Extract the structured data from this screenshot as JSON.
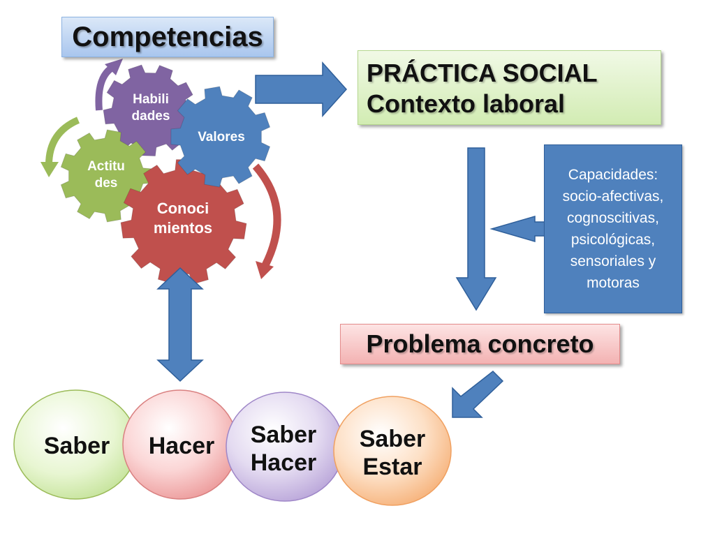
{
  "title": "Competencias",
  "practica": {
    "line1": "PRÁCTICA SOCIAL",
    "line2": "Contexto laboral"
  },
  "capacidades": {
    "lines": [
      "Capacidades:",
      "socio-afectivas,",
      "cognoscitivas,",
      "psicológicas,",
      "sensoriales y",
      "motoras"
    ]
  },
  "problema": "Problema concreto",
  "gears": {
    "habilidades": {
      "line1": "Habili",
      "line2": "dades",
      "color": "#8064a2"
    },
    "valores": {
      "label": "Valores",
      "color": "#4f81bd"
    },
    "actitudes": {
      "line1": "Actitu",
      "line2": "des",
      "color": "#9bbb59"
    },
    "conocimientos": {
      "line1": "Conoci",
      "line2": "mientos",
      "color": "#c0504d"
    }
  },
  "circles": {
    "saber": {
      "label": "Saber"
    },
    "hacer": {
      "label": "Hacer"
    },
    "saber_hacer": {
      "line1": "Saber",
      "line2": "Hacer"
    },
    "saber_estar": {
      "line1": "Saber",
      "line2": "Estar"
    }
  },
  "colors": {
    "arrow_blue": "#4f81bd",
    "arrow_outline": "#2f5f9a",
    "circle_green": "#e4f5cc",
    "circle_pink": "#f8c4c4",
    "circle_lavender": "#dcd0ee",
    "circle_orange": "#fbd2b0"
  }
}
